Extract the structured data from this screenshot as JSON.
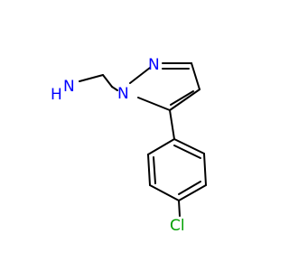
{
  "molecule": {
    "atoms": {
      "amine_h": "H",
      "amine_n": "N",
      "pyrazole_n1": "N",
      "pyrazole_n2": "N",
      "chlorine": "Cl"
    },
    "colors": {
      "bond": "#000000",
      "nitrogen": "#0000ff",
      "chlorine": "#00a000"
    }
  }
}
